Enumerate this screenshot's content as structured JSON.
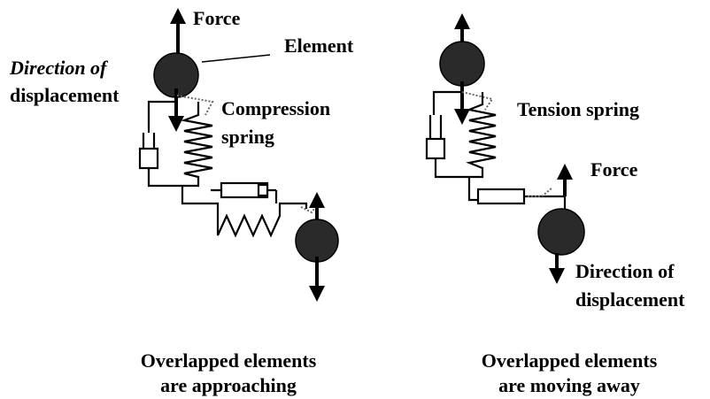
{
  "left": {
    "force_label": "Force",
    "element_label": "Element",
    "direction_line1": "Direction of",
    "direction_line2": "displacement",
    "spring_line1": "Compression",
    "spring_line2": "spring",
    "caption_line1": "Overlapped elements",
    "caption_line2": "are approaching"
  },
  "right": {
    "spring_label": "Tension spring",
    "force_label": "Force",
    "direction_line1": "Direction of",
    "direction_line2": "displacement",
    "caption_line1": "Overlapped elements",
    "caption_line2": "are moving away"
  },
  "colors": {
    "ink": "#000000",
    "ball": "#2a2a2a",
    "background": "#ffffff"
  }
}
